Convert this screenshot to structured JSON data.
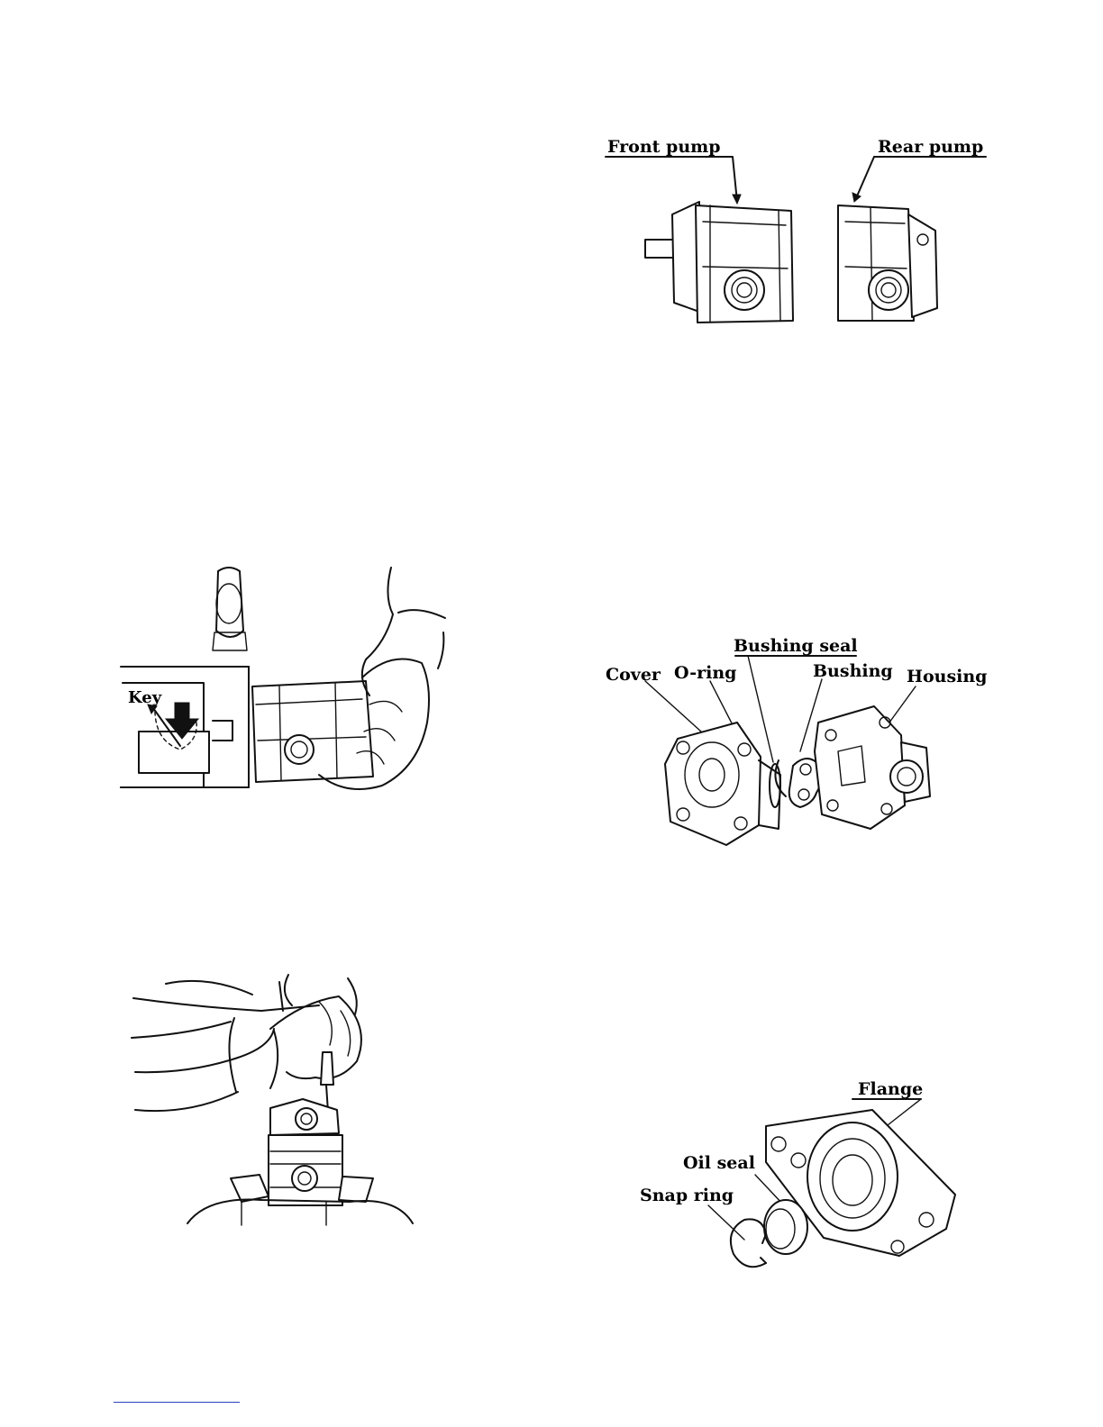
{
  "figures": {
    "front_rear": {
      "front_label": "Front pump",
      "rear_label": "Rear pump"
    },
    "key_removal": {
      "key_label": "Key"
    },
    "cover_exploded": {
      "bushing_seal_label": "Bushing seal",
      "cover_label": "Cover",
      "oring_label": "O-ring",
      "bushing_label": "Bushing",
      "housing_label": "Housing"
    },
    "flange_exploded": {
      "flange_label": "Flange",
      "oil_seal_label": "Oil seal",
      "snap_ring_label": "Snap ring"
    }
  },
  "colors": {
    "ink": "#111111",
    "footer_rule": "#2a3fbf"
  }
}
